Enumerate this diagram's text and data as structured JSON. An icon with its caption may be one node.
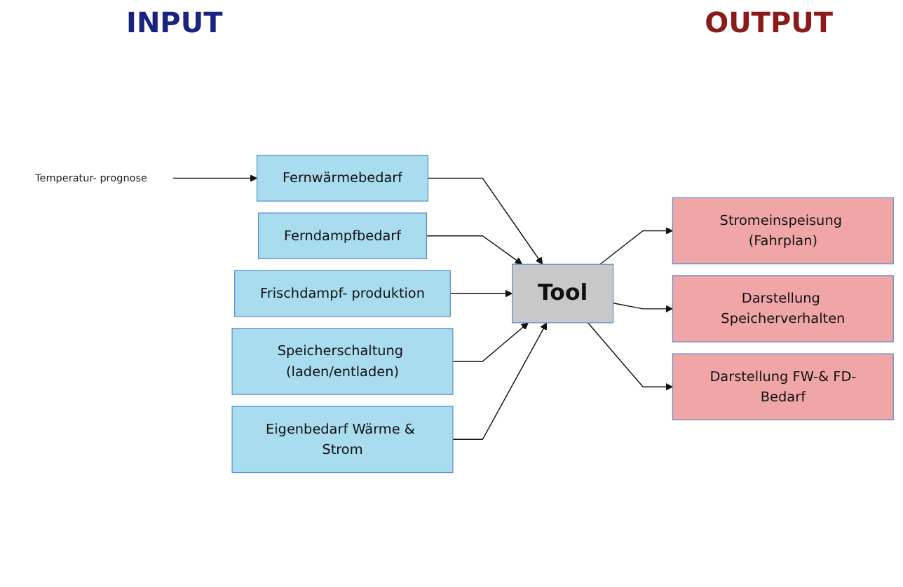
{
  "diagram": {
    "nodes": [
      {
        "text": [
          "Temperatur- prognose"
        ]
      },
      {
        "text": [
          "Fernwärmebedarf"
        ]
      },
      {
        "text": [
          "Ferndampfbedarf"
        ]
      },
      {
        "text": [
          "Frischdampf- produktion"
        ]
      },
      {
        "text": [
          "Speicherschaltung (laden/entladen)"
        ]
      },
      {
        "text": [
          "Eigenbedarf Wärme & Strom"
        ]
      },
      {
        "text": [
          "Tool"
        ]
      },
      {
        "text": [
          "Stromeinspeisung (Fahrplan)"
        ]
      },
      {
        "text": [
          "Darstellung Speicherverhalten"
        ]
      },
      {
        "text": [
          "Darstellung FW-& FD-Bedarf"
        ]
      }
    ],
    "edges": [
      {
        "from": 0,
        "to": 1,
        "arrow": "to"
      },
      {
        "from": 1,
        "to": 6,
        "arrow": "to"
      },
      {
        "from": 2,
        "to": 6,
        "arrow": "to"
      },
      {
        "from": 3,
        "to": 6,
        "arrow": "to"
      },
      {
        "from": 4,
        "to": 6,
        "arrow": "to"
      },
      {
        "from": 5,
        "to": 6,
        "arrow": "to"
      },
      {
        "from": 6,
        "to": 7,
        "arrow": "to"
      },
      {
        "from": 6,
        "to": 8,
        "arrow": "to"
      },
      {
        "from": 6,
        "to": 9,
        "arrow": "to"
      }
    ],
    "labels": [
      "INPUT",
      "OUTPUT"
    ]
  }
}
